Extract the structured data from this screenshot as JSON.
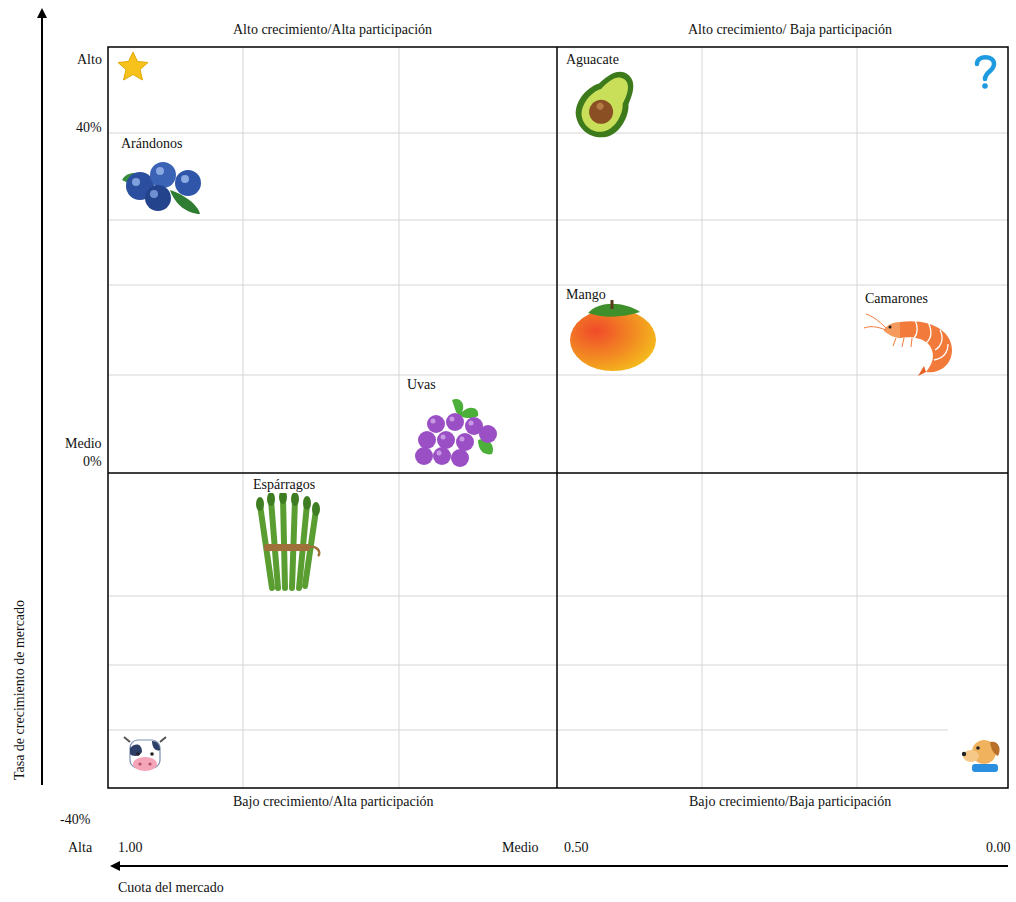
{
  "diagram": {
    "labels": [
      "Alto crecimiento/Alta participación",
      "Alto crecimiento/ Baja participación",
      "Alto",
      "40%",
      "Arándonos",
      "Aguacate",
      "Mango",
      "Camarones",
      "Uvas",
      "Medio",
      "0%",
      "Espárragos",
      "Tasa de crecimiento de mercado",
      "Bajo crecimiento/Alta participación",
      "Bajo crecimiento/Baja participación",
      "-40%",
      "Alta",
      "1.00",
      "Medio",
      "0.50",
      "0.00",
      "Cuota del mercado"
    ]
  }
}
